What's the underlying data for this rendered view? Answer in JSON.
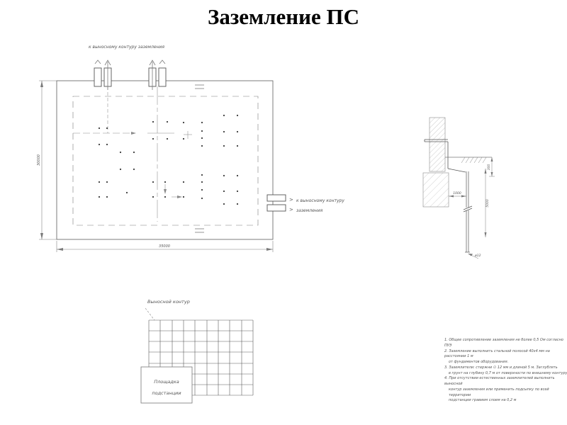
{
  "title": "Заземление ПС",
  "plan": {
    "top_label": "к выносному контуру заземления",
    "right_label_line1": "к выносному контуру",
    "right_label_line2": "заземления",
    "width_dim": "35000",
    "height_dim": "30000"
  },
  "detail": {
    "depth_dim": "300",
    "offset_dim": "1000",
    "rod_length_dim": "5000",
    "rod_diameter": "ø12"
  },
  "outline": {
    "label": "Выносной контур",
    "box_line1": "Площадка",
    "box_line2": "подстанции"
  },
  "notes": {
    "lines": [
      "1. Общее сопротивление заземления не более 0,5 Ом согласно ПУЭ",
      "2. Заземление выполнить стальной полосой 40х4 мм на расстоянии 1 м",
      "от фундаментов оборудования.",
      "3. Заземлители: стержни ∅ 12 мм и длиной 5 м. Заглублять",
      "в грунт на глубину 0,7 м от поверхности по внешнему контуру",
      "4. При отсутствии естественных заземлителей выполнить выносной",
      "контур заземления или применить подсыпку по всей территории",
      "подстанции гравием слоем на 0,2 м"
    ]
  }
}
